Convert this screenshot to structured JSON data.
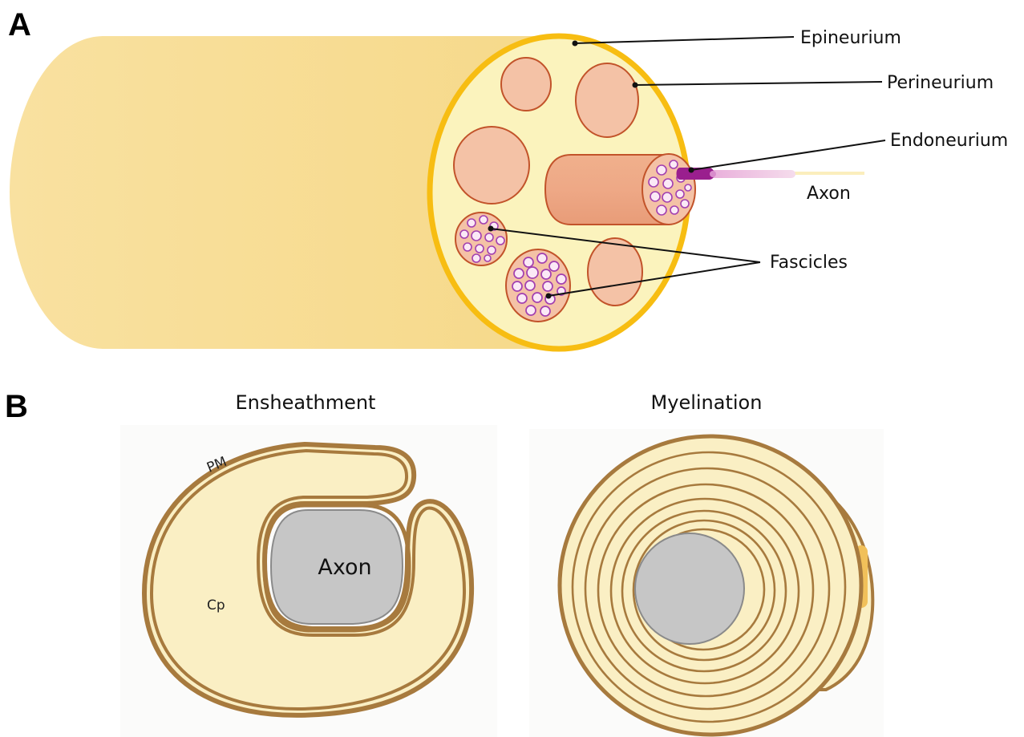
{
  "panels": {
    "a_letter": "A",
    "b_letter": "B"
  },
  "panel_a": {
    "labels": {
      "epineurium": "Epineurium",
      "perineurium": "Perineurium",
      "endoneurium": "Endoneurium",
      "axon": "Axon",
      "fascicles": "Fascicles"
    }
  },
  "panel_b": {
    "left_title": "Ensheathment",
    "right_title": "Myelination",
    "pm_label": "PM",
    "cp_label": "Cp",
    "axon_label": "Axon"
  },
  "colors": {
    "nerve_body": "#f8de92",
    "nerve_face": "#fbf3bd",
    "epineurium_ring": "#f7bd12",
    "fascicle_fill": "#f4c2a6",
    "fascicle_edge": "#c2532a",
    "axon_purple": "#9a1f8e",
    "membrane_brown": "#a77a3e",
    "cytoplasm": "#faefc4",
    "axon_gray": "#c6c6c6"
  }
}
